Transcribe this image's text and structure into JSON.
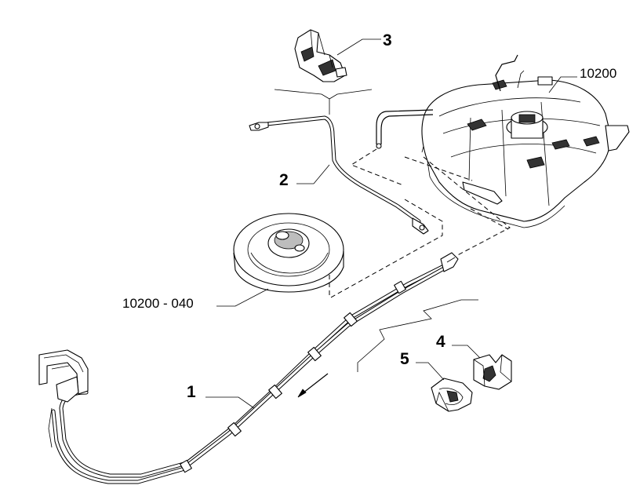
{
  "callouts": {
    "item_1": "1",
    "item_2": "2",
    "item_3": "3",
    "item_4": "4",
    "item_5": "5",
    "tank_ref": "10200",
    "spare_wheel_ref": "10200 - 040"
  }
}
